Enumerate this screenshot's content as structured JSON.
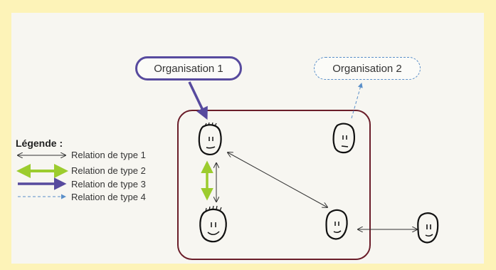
{
  "organisations": {
    "org1": "Organisation 1",
    "org2": "Organisation 2"
  },
  "legend": {
    "title": "Légende :",
    "items": [
      {
        "label": "Relation de type 1",
        "color": "#333333",
        "style": "thin-double-arrow"
      },
      {
        "label": "Relation de type 2",
        "color": "#9ccc2e",
        "style": "thick-double-arrow"
      },
      {
        "label": "Relation de type 3",
        "color": "#574a9e",
        "style": "thick-arrow"
      },
      {
        "label": "Relation de type 4",
        "color": "#5a8fc9",
        "style": "dashed-arrow"
      }
    ]
  },
  "colors": {
    "background": "#fdf3b8",
    "organisation_box": "#6b1e2a",
    "organisation1": "#574a9e",
    "organisation2": "#5a8fc9",
    "type2": "#9ccc2e"
  },
  "nodes": [
    "face-icon",
    "face-icon",
    "face-icon",
    "face-icon",
    "face-icon"
  ]
}
